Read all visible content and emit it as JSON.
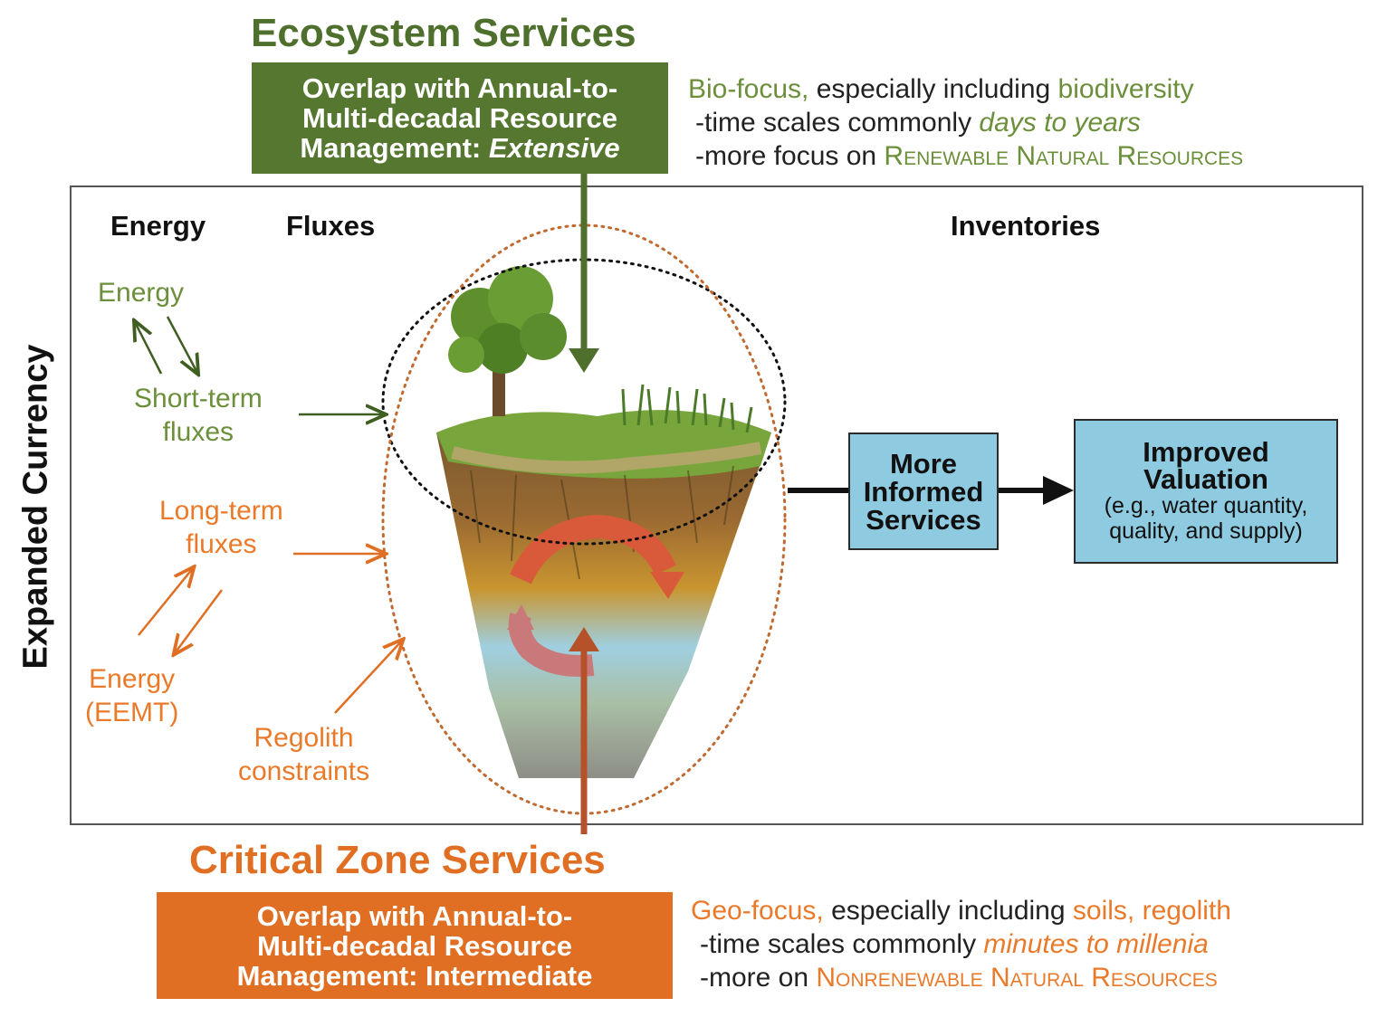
{
  "ecosystem": {
    "title": "Ecosystem Services",
    "box_lines": [
      "Overlap with Annual-to-",
      "Multi-decadal Resource",
      "Management: "
    ],
    "box_emphasis": "Extensive",
    "focus_prefix": "Bio-focus,",
    "focus_middle": " especially including ",
    "focus_highlight": "biodiversity",
    "time_prefix": "-time scales commonly ",
    "time_highlight": "days to years",
    "more_prefix": "-more focus on ",
    "more_highlight": "Renewable Natural Resources"
  },
  "critical_zone": {
    "title": "Critical Zone Services",
    "box_lines": [
      "Overlap with Annual-to-",
      "Multi-decadal Resource",
      "Management: Intermediate"
    ],
    "focus_prefix": "Geo-focus,",
    "focus_middle": " especially including ",
    "focus_highlight": "soils, regolith",
    "time_prefix": "-time scales commonly ",
    "time_highlight": "minutes to millenia",
    "more_prefix": "-more on ",
    "more_highlight": "Nonrenewable Natural Resources"
  },
  "frame": {
    "side_label": "Expanded Currency",
    "headers": {
      "energy": "Energy",
      "fluxes": "Fluxes",
      "inventories": "Inventories"
    }
  },
  "left_labels": {
    "energy_top": "Energy",
    "short_term": [
      "Short-term",
      "fluxes"
    ],
    "long_term": [
      "Long-term",
      "fluxes"
    ],
    "energy_eemt": [
      "Energy",
      "(EEMT)"
    ],
    "regolith": [
      "Regolith",
      "constraints"
    ]
  },
  "flow_boxes": {
    "more_informed": [
      "More",
      "Informed",
      "Services"
    ],
    "improved_valuation": [
      "Improved",
      "Valuation"
    ],
    "improved_valuation_detail": [
      "(e.g., water quantity,",
      "quality, and supply)"
    ]
  },
  "colors": {
    "eco_green": "#55772f",
    "cz_orange": "#e06f24",
    "text_green": "#6b8f3a",
    "text_orange": "#ea7a2a",
    "box_blue": "#8fcbe0"
  }
}
